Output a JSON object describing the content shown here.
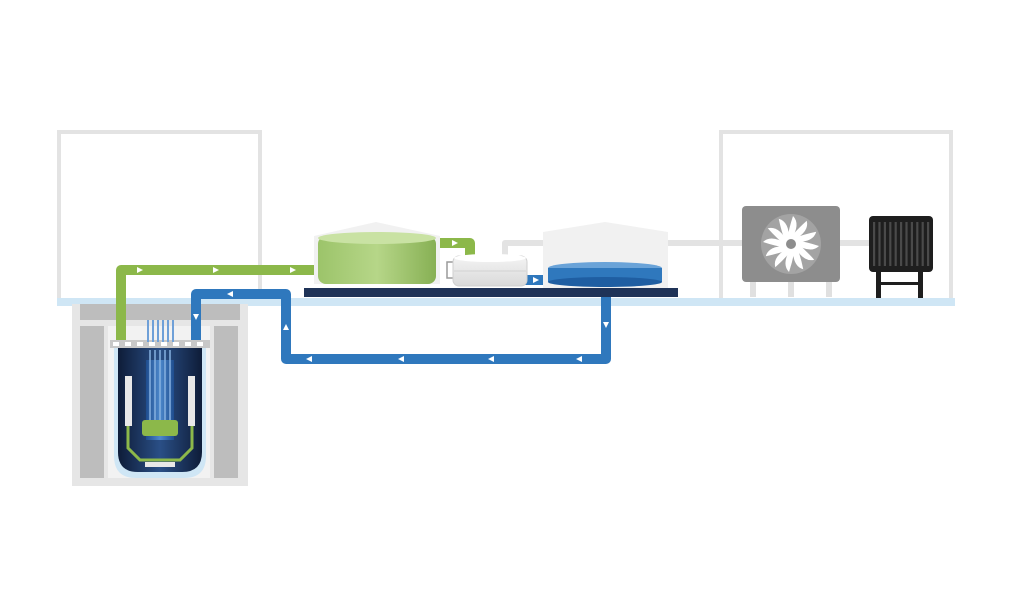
{
  "diagram": {
    "kind": "reactor-plant-schematic",
    "components": [
      {
        "id": "reactor-building",
        "icon": "building-outline"
      },
      {
        "id": "turbine-building",
        "icon": "building-outline"
      },
      {
        "id": "reactor-pit",
        "icon": "concrete-pit"
      },
      {
        "id": "reactor-vessel",
        "icon": "reactor-vessel-icon"
      },
      {
        "id": "intermediate-heat-exchanger",
        "icon": "green-tank-icon"
      },
      {
        "id": "steam-generator",
        "icon": "cylindrical-drum-icon"
      },
      {
        "id": "condenser-pool",
        "icon": "blue-pool-icon"
      },
      {
        "id": "turbine",
        "icon": "fan-turbine-icon"
      },
      {
        "id": "generator",
        "icon": "coil-generator-icon"
      }
    ],
    "loops": [
      {
        "id": "primary-loop",
        "color": "#8cb84a"
      },
      {
        "id": "secondary-loop",
        "color": "#2f78bd"
      },
      {
        "id": "steam-line",
        "color": "#e3e3e3"
      }
    ],
    "colors": {
      "ground": "#cfe6f5",
      "building_outline": "#e2e2e2",
      "concrete": "#d8d8d8",
      "vessel_dark": "#1b2f56",
      "platform": "#1f3358",
      "turbine_body": "#8d8d8d",
      "generator_body": "#1e1e1e"
    }
  }
}
